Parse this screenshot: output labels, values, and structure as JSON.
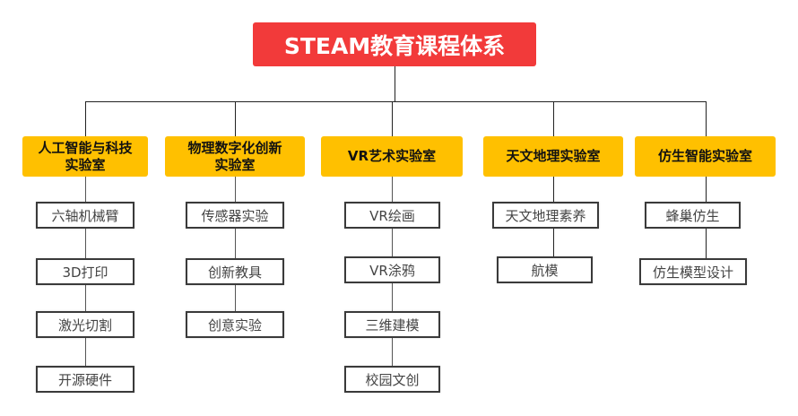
{
  "title": "STEAM教育课程体系",
  "colors": {
    "title_fill": "#F23A3A",
    "category_fill": "#FFC000",
    "child_border": "#3a3a3a",
    "connector": "#222222"
  },
  "categories": [
    {
      "label": "人工智能与科技\n实验室",
      "label_line1": "人工智能与科技",
      "label_line2": "实验室",
      "children": [
        "六轴机械臂",
        "3D打印",
        "激光切割",
        "开源硬件"
      ]
    },
    {
      "label": "物理数字化创新\n实验室",
      "label_line1": "物理数字化创新",
      "label_line2": "实验室",
      "children": [
        "传感器实验",
        "创新教具",
        "创意实验"
      ]
    },
    {
      "label": "VR艺术实验室",
      "label_line1": "VR艺术实验室",
      "label_line2": "",
      "children": [
        "VR绘画",
        "VR涂鸦",
        "三维建模",
        "校园文创"
      ]
    },
    {
      "label": "天文地理实验室",
      "label_line1": "天文地理实验室",
      "label_line2": "",
      "children": [
        "天文地理素养",
        "航模"
      ]
    },
    {
      "label": "仿生智能实验室",
      "label_line1": "仿生智能实验室",
      "label_line2": "",
      "children": [
        "蜂巢仿生",
        "仿生模型设计"
      ]
    }
  ]
}
